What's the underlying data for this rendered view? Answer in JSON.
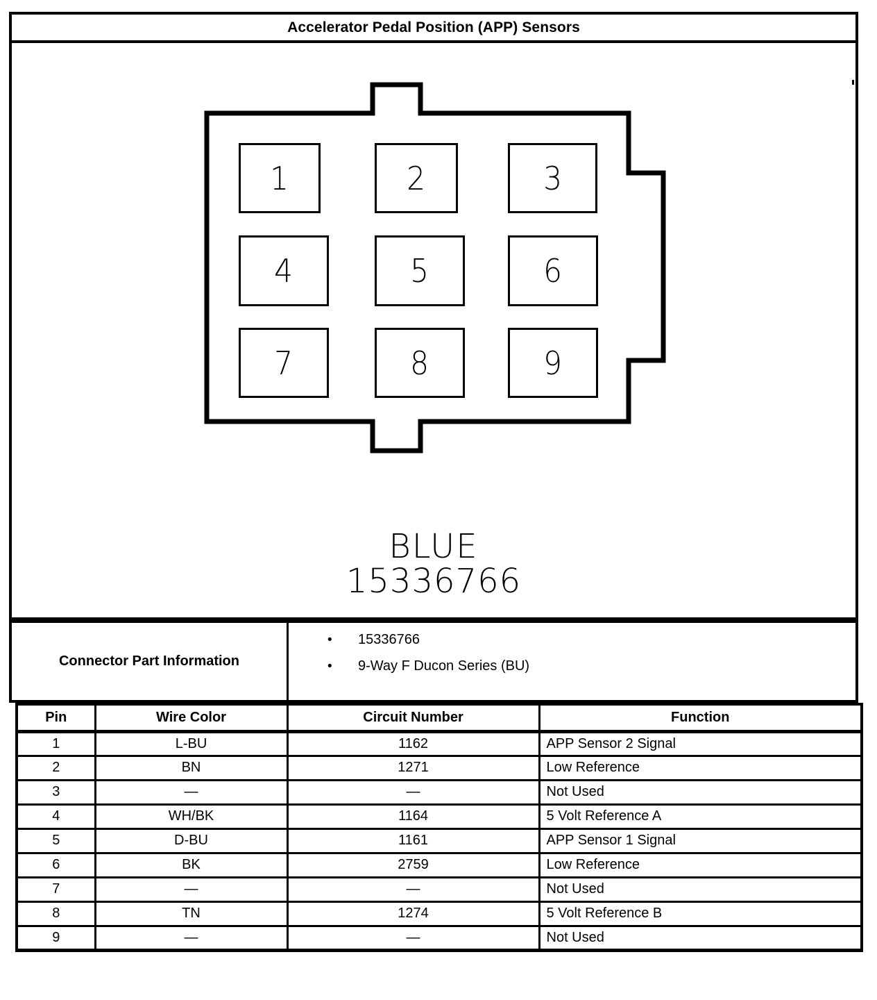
{
  "document": {
    "title": "Accelerator Pedal Position (APP) Sensors"
  },
  "connector_diagram": {
    "color_label": "BLUE",
    "part_number": "15336766",
    "pins": [
      {
        "id": "1",
        "label": "1"
      },
      {
        "id": "2",
        "label": "2"
      },
      {
        "id": "3",
        "label": "3"
      },
      {
        "id": "4",
        "label": "4"
      },
      {
        "id": "5",
        "label": "5"
      },
      {
        "id": "6",
        "label": "6"
      },
      {
        "id": "7",
        "label": "7"
      },
      {
        "id": "8",
        "label": "8"
      },
      {
        "id": "9",
        "label": "9"
      }
    ]
  },
  "connector_part_information": {
    "label": "Connector Part Information",
    "bullet_glyph": "•",
    "items": [
      "15336766",
      "9-Way F Ducon Series (BU)"
    ]
  },
  "pin_table": {
    "headers": {
      "pin": "Pin",
      "wire_color": "Wire Color",
      "circuit_number": "Circuit Number",
      "function": "Function"
    },
    "rows": [
      {
        "pin": "1",
        "wire_color": "L-BU",
        "circuit_number": "1162",
        "function": "APP Sensor 2 Signal"
      },
      {
        "pin": "2",
        "wire_color": "BN",
        "circuit_number": "1271",
        "function": "Low Reference"
      },
      {
        "pin": "3",
        "wire_color": "—",
        "circuit_number": "—",
        "function": "Not Used"
      },
      {
        "pin": "4",
        "wire_color": "WH/BK",
        "circuit_number": "1164",
        "function": "5 Volt Reference A"
      },
      {
        "pin": "5",
        "wire_color": "D-BU",
        "circuit_number": "1161",
        "function": "APP Sensor 1 Signal"
      },
      {
        "pin": "6",
        "wire_color": "BK",
        "circuit_number": "2759",
        "function": "Low Reference"
      },
      {
        "pin": "7",
        "wire_color": "—",
        "circuit_number": "—",
        "function": "Not Used"
      },
      {
        "pin": "8",
        "wire_color": "TN",
        "circuit_number": "1274",
        "function": "5 Volt Reference B"
      },
      {
        "pin": "9",
        "wire_color": "—",
        "circuit_number": "—",
        "function": "Not Used"
      }
    ]
  },
  "colors": {
    "ink": "#000000",
    "paper": "#ffffff"
  }
}
